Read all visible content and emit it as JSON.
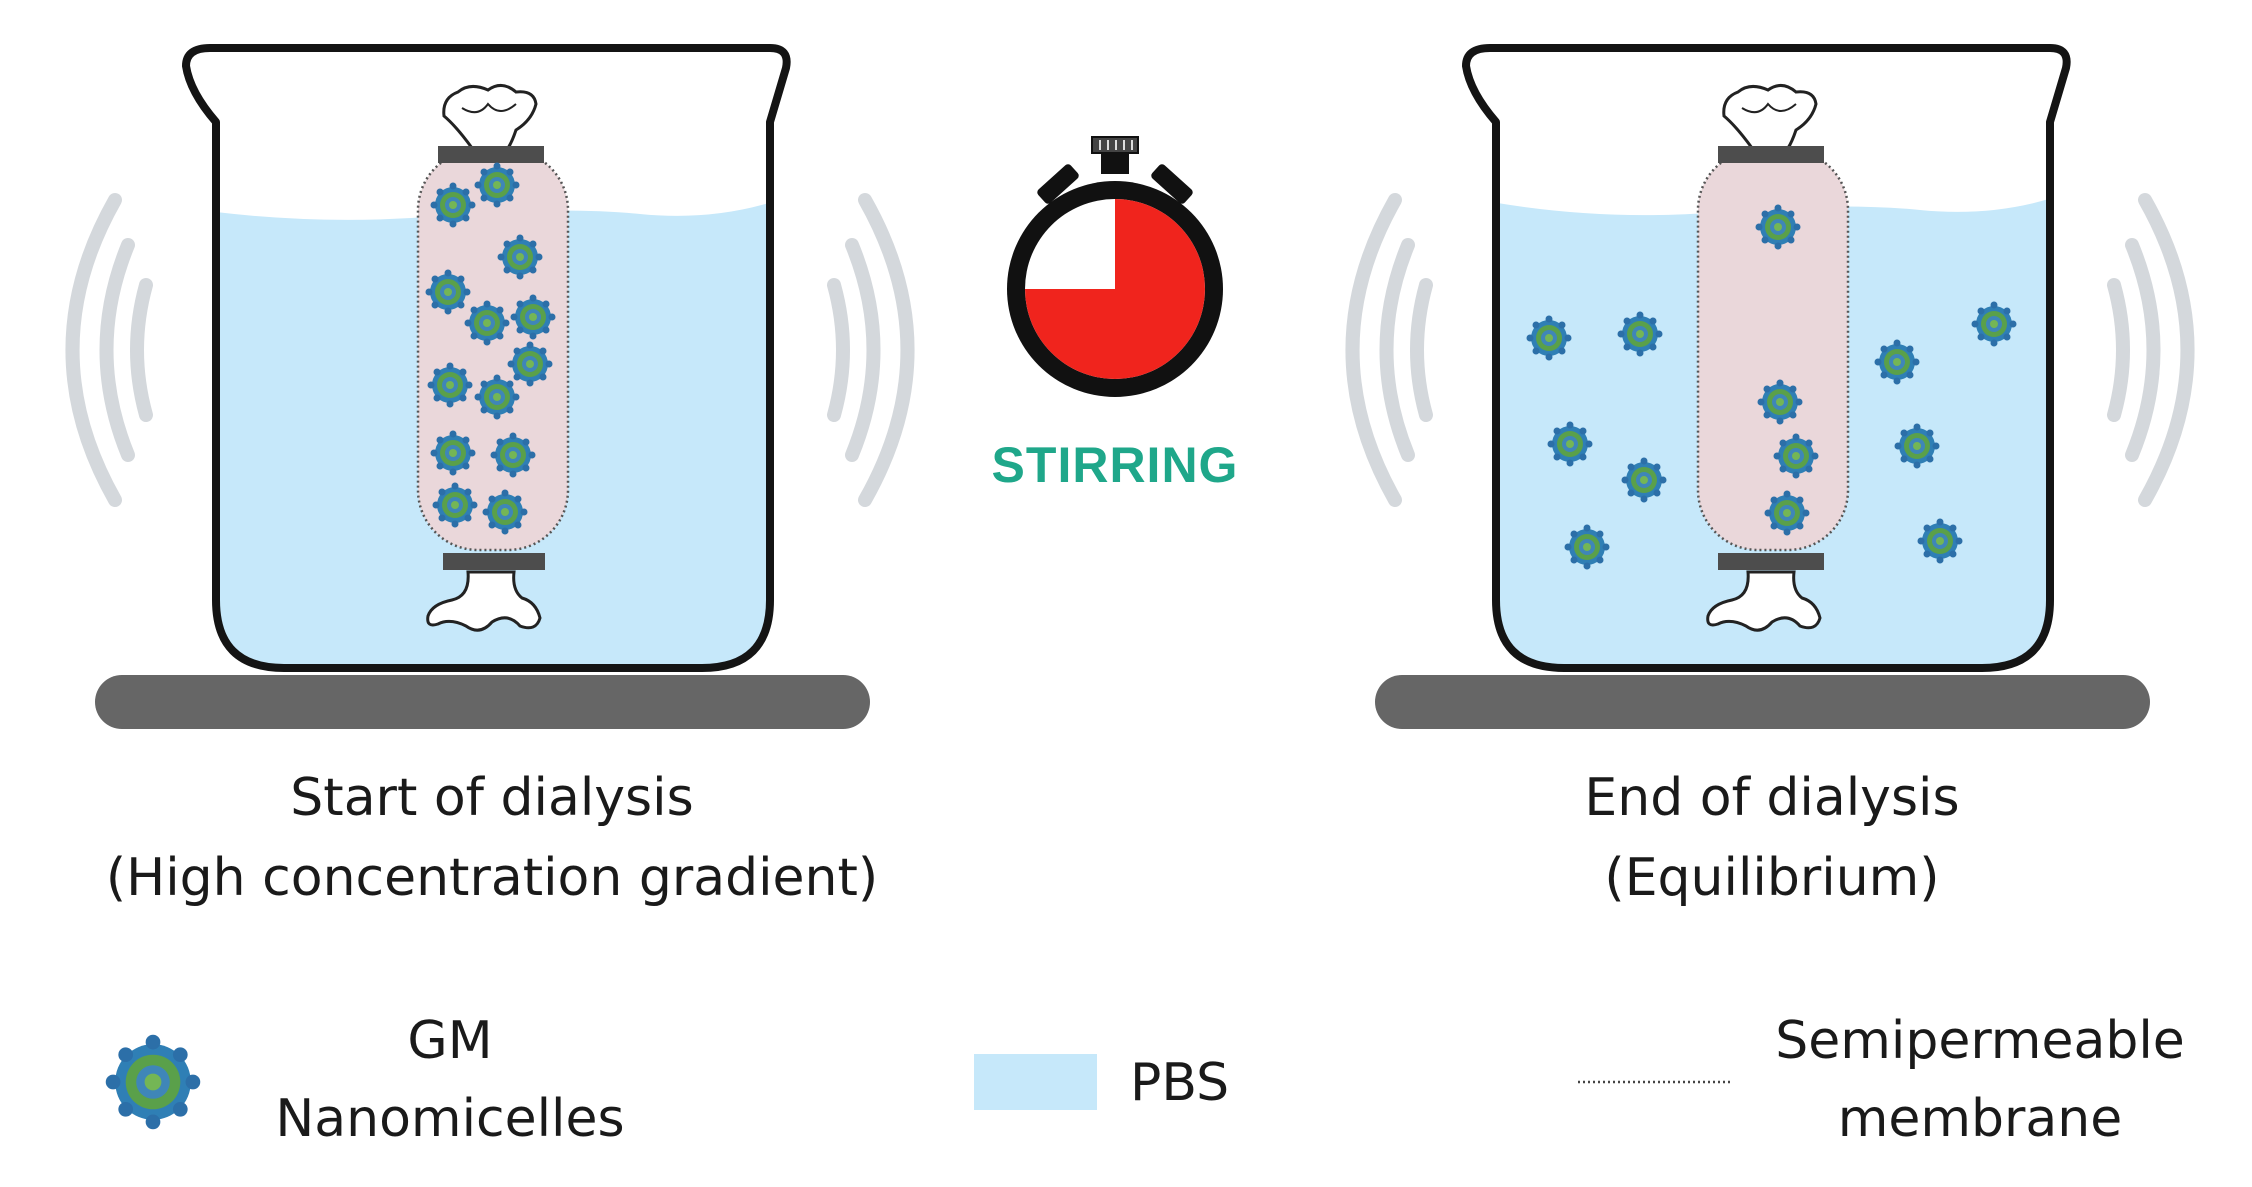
{
  "stages": [
    {
      "caption_line1": "Start of dialysis",
      "caption_line2": "(High concentration gradient)"
    },
    {
      "caption_line1": "End of dialysis",
      "caption_line2": "(Equilibrium)"
    }
  ],
  "stirring_label": "STIRRING",
  "timer_elapsed_fraction": 0.75,
  "legend": {
    "nanomicelles_line1": "GM",
    "nanomicelles_line2": "Nanomicelles",
    "pbs": "PBS",
    "membrane_line1": "Semipermeable",
    "membrane_line2": "membrane"
  },
  "colors": {
    "pbs": "#c6e8fa",
    "bag": "#ead7da",
    "micelle_core": "#2f7fb5",
    "micelle_shell": "#6fb04a",
    "timer_fill": "#f0241d",
    "stir_plate": "#666666",
    "vibration": "#d4d8dc",
    "stirring_text": "#1fa78a"
  }
}
